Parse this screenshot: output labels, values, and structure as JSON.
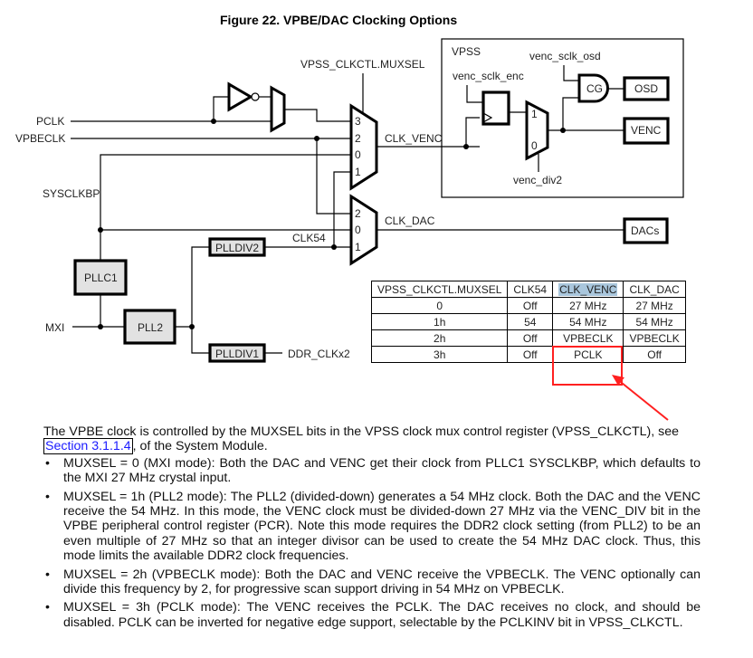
{
  "figure": {
    "title": "Figure 22. VPBE/DAC Clocking Options",
    "signals": {
      "pclk": "PCLK",
      "vpbeclk": "VPBECLK",
      "sysclkbp": "SYSCLKBP",
      "mxi": "MXI",
      "muxsel": "VPSS_CLKCTL.MUXSEL",
      "clk_venc": "CLK_VENC",
      "clk_dac": "CLK_DAC",
      "clk54": "CLK54",
      "ddr_clkx2": "DDR_CLKx2",
      "venc_sclk_enc": "venc_sclk_enc",
      "venc_sclk_osd": "venc_sclk_osd",
      "venc_div2": "venc_div2"
    },
    "blocks": {
      "pllc1": "PLLC1",
      "pll2": "PLL2",
      "plldiv2": "PLLDIV2",
      "plldiv1": "PLLDIV1",
      "dacs": "DACs",
      "osd": "OSD",
      "venc": "VENC",
      "cg": "CG",
      "vpss": "VPSS"
    },
    "mux_venc_inputs": [
      "3",
      "2",
      "0",
      "1"
    ],
    "mux_dac_inputs": [
      "2",
      "0",
      "1"
    ],
    "mux_div_inputs": [
      "1",
      "0"
    ]
  },
  "table": {
    "headers": [
      "VPSS_CLKCTL.MUXSEL",
      "CLK54",
      "CLK_VENC",
      "CLK_DAC"
    ],
    "highlighted_header": "CLK_VENC",
    "rows": [
      [
        "0",
        "Off",
        "27 MHz",
        "27 MHz"
      ],
      [
        "1h",
        "54",
        "54 MHz",
        "54 MHz"
      ],
      [
        "2h",
        "Off",
        "VPBECLK",
        "VPBECLK"
      ],
      [
        "3h",
        "Off",
        "PCLK",
        "Off"
      ]
    ],
    "annotation_color": "#ff2020"
  },
  "body": {
    "intro_before_link": "The VPBE clock is controlled by the MUXSEL bits in the VPSS clock mux control register (VPSS_CLKCTL), see ",
    "link": "Section 3.1.1.4",
    "intro_after_link": ", of the System Module.",
    "bullets": [
      "MUXSEL = 0 (MXI mode): Both the DAC and VENC get their clock from PLLC1 SYSCLKBP, which defaults to the MXI 27 MHz crystal input.",
      "MUXSEL = 1h (PLL2 mode): The PLL2 (divided-down) generates a 54 MHz clock. Both the DAC and the VENC receive the 54 MHz. In this mode, the VENC clock must be divided-down 27 MHz via the VENC_DIV bit in the VPBE peripheral control register (PCR). Note this mode requires the DDR2 clock setting (from PLL2) to be an even multiple of 27 MHz so that an integer divisor can be used to create the 54 MHz DAC clock. Thus, this mode limits the available DDR2 clock frequencies.",
      "MUXSEL = 2h (VPBECLK mode): Both the DAC and VENC receive the VPBECLK. The VENC optionally can divide this frequency by 2, for progressive scan support driving in 54 MHz on VPBECLK.",
      "MUXSEL = 3h (PCLK mode): The VENC receives the PCLK. The DAC receives no clock, and should be disabled. PCLK can be inverted for negative edge support, selectable by the PCLKINV bit in VPSS_CLKCTL."
    ]
  }
}
